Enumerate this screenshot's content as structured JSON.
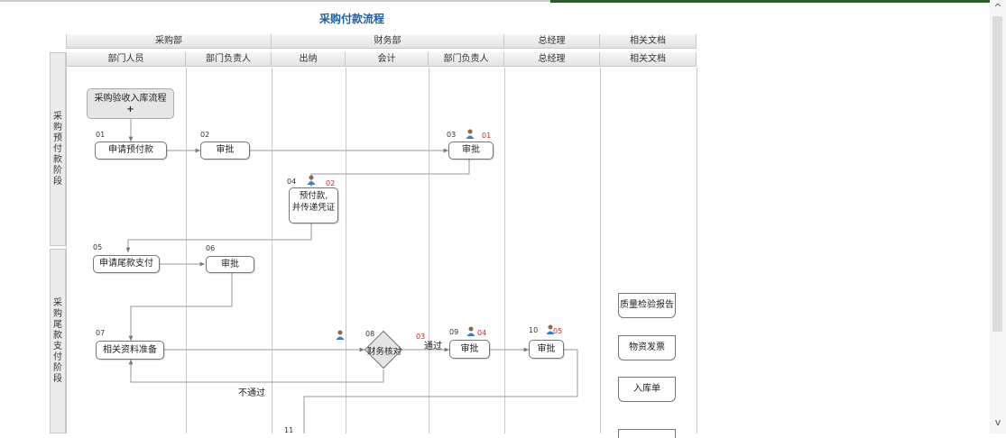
{
  "title": "采购付款流程",
  "departments": [
    "采购部",
    "财务部",
    "总经理",
    "相关文档"
  ],
  "roles": [
    "部门人员",
    "部门负责人",
    "出纳",
    "会计",
    "部门负责人",
    "总经理",
    "相关文档"
  ],
  "stages": [
    "采购预付款阶段",
    "采购尾款支付阶段"
  ],
  "subprocess": {
    "label": "采购验收入库流程",
    "plus": "+"
  },
  "nodes": {
    "n01": {
      "num": "01",
      "label": "申请预付款"
    },
    "n02": {
      "num": "02",
      "label": "审批"
    },
    "n03": {
      "num": "03",
      "label": "审批",
      "mark": "01"
    },
    "n04": {
      "num": "04",
      "label": "预付款,\n并传递凭证",
      "mark": "02"
    },
    "n05": {
      "num": "05",
      "label": "申请尾款支付"
    },
    "n06": {
      "num": "06",
      "label": "审批"
    },
    "n07": {
      "num": "07",
      "label": "相关资料准备"
    },
    "n08": {
      "num": "08",
      "label": "财务核对",
      "mark": "03"
    },
    "n09": {
      "num": "09",
      "label": "审批",
      "mark": "04"
    },
    "n10": {
      "num": "10",
      "label": "审批",
      "mark": "05"
    },
    "n11": {
      "num": "11"
    }
  },
  "edge_labels": {
    "pass": "通过",
    "fail": "不通过"
  },
  "documents": [
    "质量检验报告",
    "物资发票",
    "入库单"
  ],
  "scrollbar": {
    "up": "^",
    "down": "v"
  },
  "colors": {
    "title": "#1f5fa0",
    "mark": "#e02020"
  }
}
